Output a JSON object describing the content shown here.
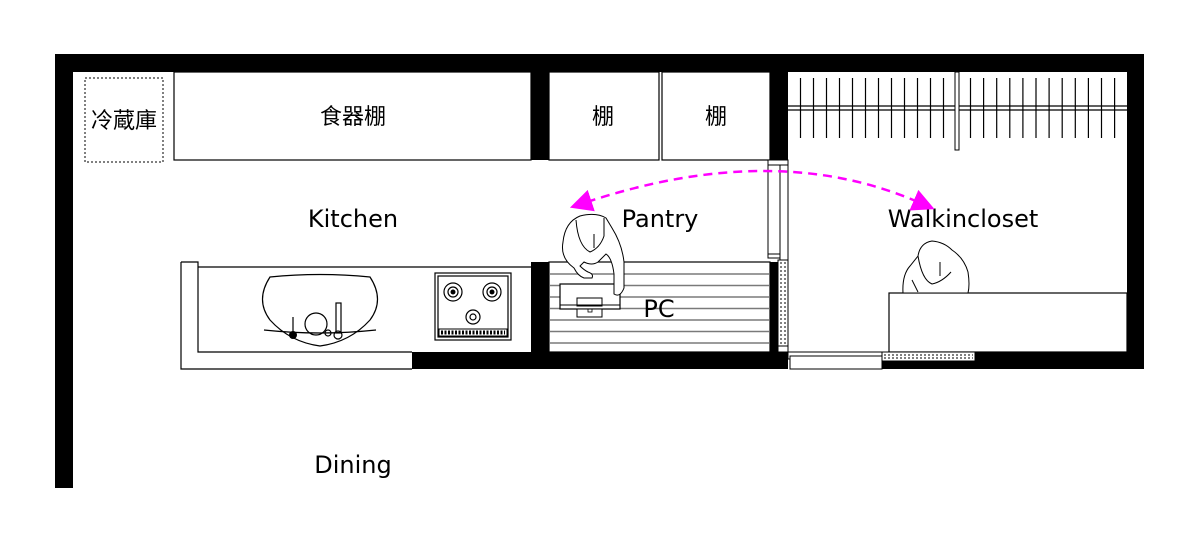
{
  "plan": {
    "rooms": {
      "kitchen": "Kitchen",
      "pantry": "Pantry",
      "walkincloset": "Walkincloset",
      "dining": "Dining"
    },
    "fixtures": {
      "refrigerator": "冷蔵庫",
      "cupboard": "食器棚",
      "shelf_1": "棚",
      "shelf_2": "棚",
      "desk": "PC"
    },
    "hanger_count_per_rod": 12,
    "colors": {
      "wall": "#000000",
      "path_arrow": "#ff00ff",
      "desk_lines": "#7a7a7a"
    },
    "icons": [
      "sink-icon",
      "gas-stove-icon",
      "person-icon",
      "computer-icon",
      "clothes-hanger-icon",
      "sliding-door-icon",
      "path-arrow-icon"
    ]
  }
}
